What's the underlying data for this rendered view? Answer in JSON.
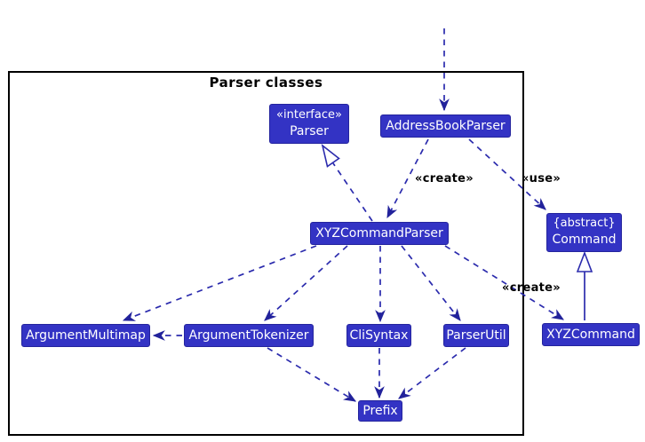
{
  "title": {
    "frame": "Parser classes"
  },
  "nodes": {
    "parser": {
      "stereotype": "«interface»",
      "name": "Parser"
    },
    "addressBookParser": {
      "name": "AddressBookParser"
    },
    "xyzCommandParser": {
      "name": "XYZCommandParser"
    },
    "command": {
      "stereotype": "{abstract}",
      "name": "Command"
    },
    "argumentMultimap": {
      "name": "ArgumentMultimap"
    },
    "argumentTokenizer": {
      "name": "ArgumentTokenizer"
    },
    "cliSyntax": {
      "name": "CliSyntax"
    },
    "parserUtil": {
      "name": "ParserUtil"
    },
    "xyzCommand": {
      "name": "XYZCommand"
    },
    "prefix": {
      "name": "Prefix"
    }
  },
  "edge_labels": {
    "abp_creates_xyzcp": "«create»",
    "abp_uses_command": "«use»",
    "xyzcp_creates_xyzcommand": "«create»"
  },
  "edges": [
    {
      "from": "(external top)",
      "to": "AddressBookParser",
      "type": "dashed-dependency"
    },
    {
      "from": "AddressBookParser",
      "to": "XYZCommandParser",
      "type": "dashed-dependency",
      "label": "«create»"
    },
    {
      "from": "AddressBookParser",
      "to": "Command",
      "type": "dashed-dependency",
      "label": "«use»"
    },
    {
      "from": "XYZCommandParser",
      "to": "Parser",
      "type": "realization"
    },
    {
      "from": "XYZCommandParser",
      "to": "ArgumentMultimap",
      "type": "dashed-dependency"
    },
    {
      "from": "XYZCommandParser",
      "to": "ArgumentTokenizer",
      "type": "dashed-dependency"
    },
    {
      "from": "XYZCommandParser",
      "to": "CliSyntax",
      "type": "dashed-dependency"
    },
    {
      "from": "XYZCommandParser",
      "to": "ParserUtil",
      "type": "dashed-dependency"
    },
    {
      "from": "XYZCommandParser",
      "to": "XYZCommand",
      "type": "dashed-dependency",
      "label": "«create»"
    },
    {
      "from": "ArgumentTokenizer",
      "to": "ArgumentMultimap",
      "type": "dashed-dependency"
    },
    {
      "from": "ArgumentTokenizer",
      "to": "Prefix",
      "type": "dashed-dependency"
    },
    {
      "from": "CliSyntax",
      "to": "Prefix",
      "type": "dashed-dependency"
    },
    {
      "from": "ParserUtil",
      "to": "Prefix",
      "type": "dashed-dependency"
    },
    {
      "from": "XYZCommand",
      "to": "Command",
      "type": "inheritance"
    }
  ],
  "colors": {
    "node_fill": "#3333C4",
    "node_border": "#24249E",
    "node_text": "#FFFFFF",
    "arrow": "#2B2BAD",
    "arrow_head": "#22229B",
    "frame_border": "#000000",
    "label_text": "#000000",
    "bg": "#FFFFFF"
  }
}
